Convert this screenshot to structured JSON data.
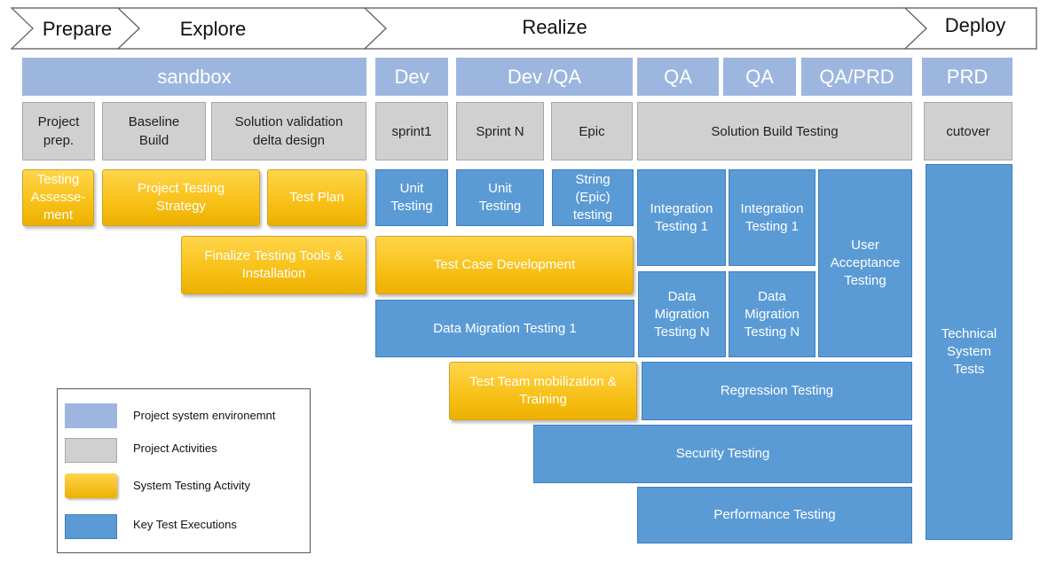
{
  "phases": [
    {
      "label": "Prepare"
    },
    {
      "label": "Explore"
    },
    {
      "label": "Realize"
    },
    {
      "label": "Deploy"
    }
  ],
  "environments": [
    "sandbox",
    "Dev",
    "Dev /QA",
    "QA",
    "QA",
    "QA/PRD",
    "PRD"
  ],
  "activities": [
    "Project\nprep.",
    "Baseline\nBuild",
    "Solution validation\ndelta design",
    "sprint1",
    "Sprint N",
    "Epic",
    "Solution Build Testing",
    "cutover"
  ],
  "system_testing": [
    "Testing\nAssesse-\nment",
    "Project Testing\nStrategy",
    "Test Plan",
    "Finalize Testing Tools &\nInstallation",
    "Test Case Development",
    "Test Team mobilization &\nTraining"
  ],
  "key_tests": [
    "Unit\nTesting",
    "Unit\nTesting",
    "String\n(Epic)\ntesting",
    "Integration\nTesting 1",
    "Integration\nTesting 1",
    "User\nAcceptance\nTesting",
    "Data\nMigration\nTesting N",
    "Data\nMigration\nTesting N",
    "Data Migration Testing 1",
    "Regression Testing",
    "Security Testing",
    "Performance  Testing",
    "Technical\nSystem\nTests"
  ],
  "legend": [
    {
      "label": "Project system environemnt",
      "color": "#9db6df"
    },
    {
      "label": "Project Activities",
      "color": "#d0d0d0"
    },
    {
      "label": "System Testing Activity",
      "color": "#f8c21a"
    },
    {
      "label": "Key  Test Executions",
      "color": "#5b9bd5"
    }
  ]
}
